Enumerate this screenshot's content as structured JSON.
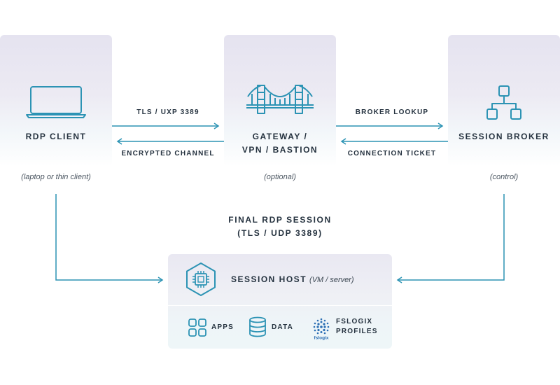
{
  "colors": {
    "accent": "#2c93b4",
    "text": "#25323f",
    "card_top": "#e5e3f0"
  },
  "nodes": {
    "client": {
      "label": "RDP CLIENT",
      "sub": "(laptop or thin client)",
      "icon": "laptop-icon"
    },
    "gateway": {
      "label_line1": "GATEWAY /",
      "label_line2": "VPN / BASTION",
      "sub": "(optional)",
      "icon": "bridge-icon"
    },
    "broker": {
      "label": "SESSION BROKER",
      "sub": "(control)",
      "icon": "flowchart-icon"
    }
  },
  "edges": {
    "client_to_gateway": "TLS / UXP 3389",
    "gateway_to_client": "ENCRYPTED CHANNEL",
    "gateway_to_broker": "BROKER LOOKUP",
    "broker_to_gateway": "CONNECTION TICKET"
  },
  "final_session": {
    "line1": "FINAL RDP SESSION",
    "line2": "(TLS / UDP 3389)"
  },
  "session_host": {
    "title": "SESSION HOST",
    "subtitle": "(VM / server)",
    "icon": "chip-icon",
    "resources": [
      {
        "label": "APPS",
        "icon": "apps-grid-icon"
      },
      {
        "label": "DATA",
        "icon": "database-icon"
      },
      {
        "label_line1": "FSLOGIX",
        "label_line2": "PROFILES",
        "icon": "fslogix-logo",
        "logo_text": "fslogix"
      }
    ]
  }
}
